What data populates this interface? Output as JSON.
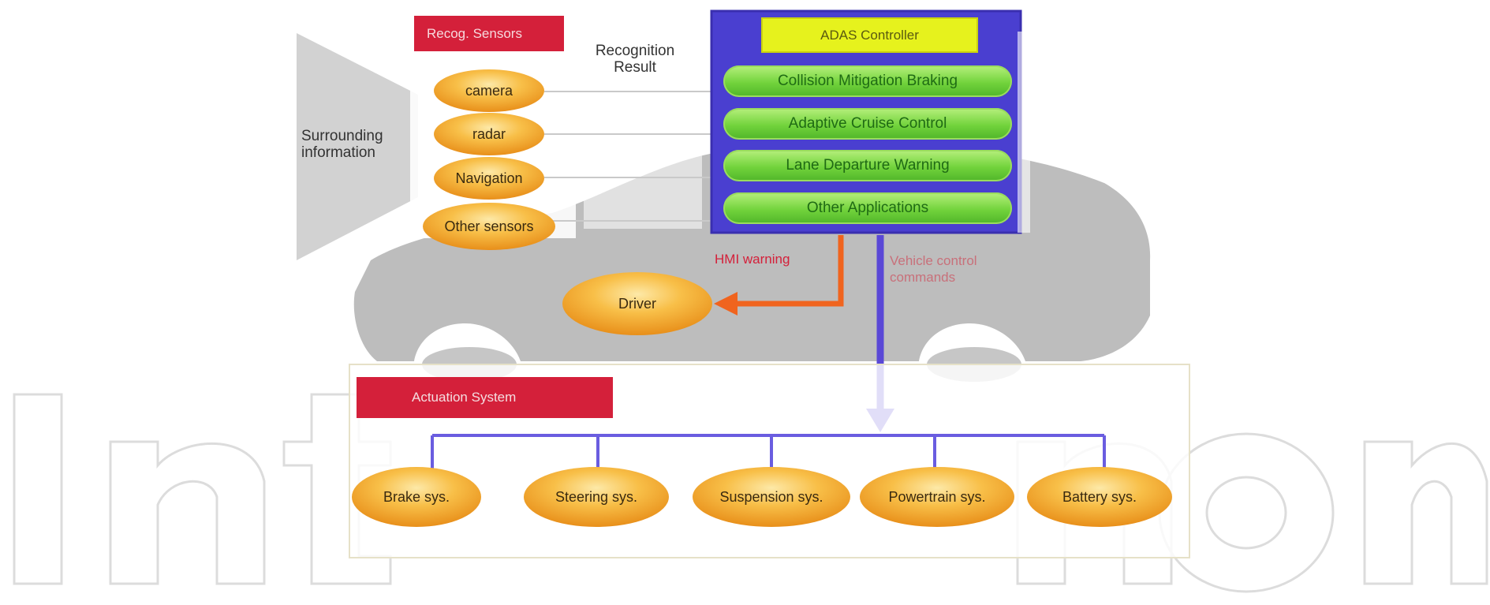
{
  "sensing": {
    "header": "Recog. Sensors",
    "items": [
      "camera",
      "radar",
      "Navigation",
      "Other sensors"
    ],
    "result_label": "Recognition Result"
  },
  "surrounding_label": "Surrounding information",
  "controller": {
    "title": "ADAS Controller",
    "apps": [
      "Collision Mitigation Braking",
      "Adaptive Cruise Control",
      "Lane Departure Warning",
      "Other Applications"
    ]
  },
  "hmi_label": "HMI warning",
  "vehicle_label": "Vehicle control commands",
  "driver_label": "Driver",
  "actuation": {
    "header": "Actuation System",
    "items": [
      "Brake sys.",
      "Steering sys.",
      "Suspension sys.",
      "Powertrain sys.",
      "Battery sys."
    ]
  },
  "watermark": "IntechOpen",
  "colors": {
    "controller_border": "#4a3fd0",
    "controller_title_bg": "#e6f21d",
    "app_pill": "#72d33c",
    "header_red": "#d4203a",
    "oval_orange": "#f3a72d",
    "car_gray": "#b9b9b9",
    "hmi_arrow": "#f0641e",
    "command_arrow": "#5a48d6"
  }
}
